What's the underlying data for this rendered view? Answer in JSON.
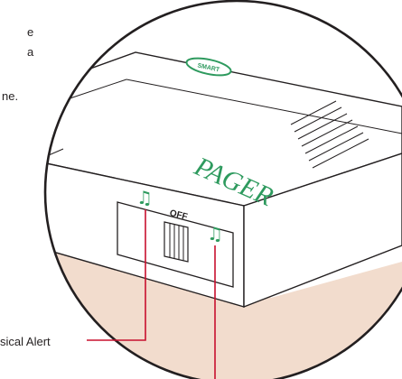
{
  "text_fragments": {
    "line1": "e",
    "line2": "a",
    "line3": "ne."
  },
  "logo": {
    "text": "SMART"
  },
  "device": {
    "label": "PAGER",
    "switch_off_label": "OFF",
    "note_glyph": "♫"
  },
  "callout": {
    "label": "sical Alert"
  },
  "colors": {
    "pager_label": "#2e9a5e",
    "note": "#2e9a5e",
    "leader_line": "#c8102e",
    "outline": "#231f20",
    "shadow": "#f2dccd"
  }
}
